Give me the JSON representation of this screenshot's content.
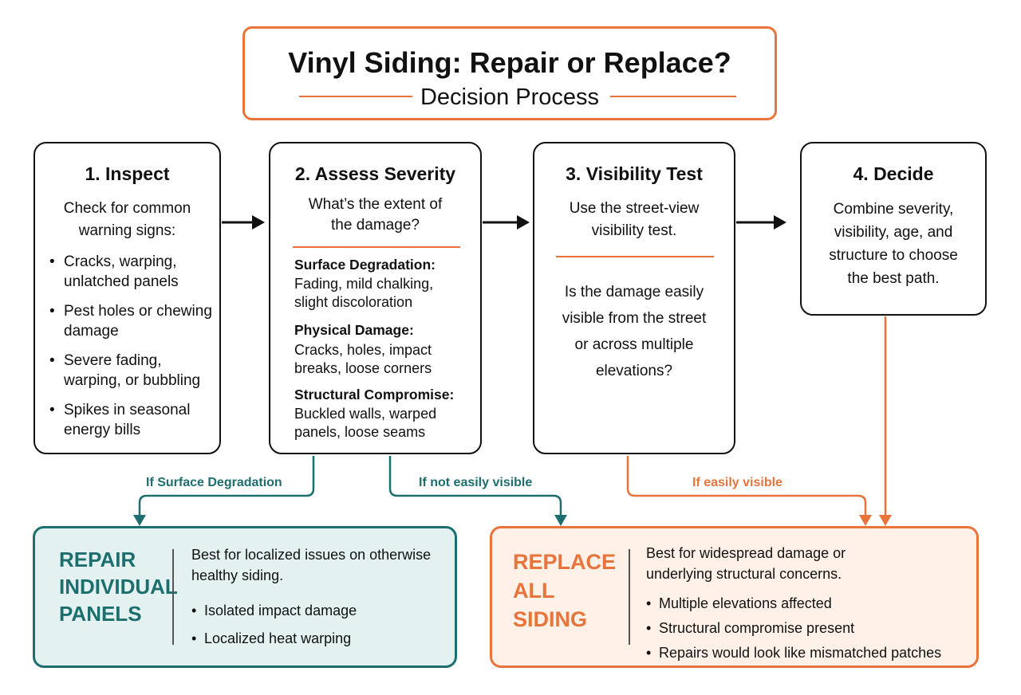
{
  "title": "Vinyl Siding: Repair or Replace?",
  "subtitle": "Decision Process",
  "steps": [
    {
      "title": "1. Inspect",
      "intro_line1": "Check for common",
      "intro_line2": "warning signs:",
      "bullets": [
        "Cracks, warping, unlatched panels",
        "Pest holes or chewing damage",
        "Severe fading, warping, or bubbling",
        "Spikes in seasonal energy bills"
      ]
    },
    {
      "title": "2. Assess Severity",
      "intro_line1": "What’s the extent of",
      "intro_line2": "the damage?",
      "sections": [
        {
          "label": "Surface Degradation:",
          "desc_line1": "Fading, mild chalking,",
          "desc_line2": "slight discoloration"
        },
        {
          "label": "Physical Damage:",
          "desc_line1": "Cracks, holes, impact",
          "desc_line2": "breaks, loose corners"
        },
        {
          "label": "Structural Compromise:",
          "desc_line1": "Buckled walls, warped",
          "desc_line2": "panels, loose seams"
        }
      ]
    },
    {
      "title": "3. Visibility Test",
      "intro_line1": "Use the street-view",
      "intro_line2": "visibility test.",
      "question_lines": [
        "Is the damage easily",
        "visible from the street",
        "or across multiple",
        "elevations?"
      ]
    },
    {
      "title": "4. Decide",
      "text_lines": [
        "Combine severity,",
        "visibility, age, and",
        "structure to choose",
        "the best path."
      ]
    }
  ],
  "connectors": {
    "surface": "If Surface Degradation",
    "not_visible": "If not easily visible",
    "visible": "If easily visible"
  },
  "outcomes": {
    "repair": {
      "heading_lines": [
        "REPAIR",
        "INDIVIDUAL",
        "PANELS"
      ],
      "desc_line1": "Best for localized issues on otherwise",
      "desc_line2": "healthy siding.",
      "bullets": [
        "Isolated impact damage",
        "Localized heat warping"
      ]
    },
    "replace": {
      "heading_lines": [
        "REPLACE",
        "ALL",
        "SIDING"
      ],
      "desc_line1": "Best for widespread damage or",
      "desc_line2": "underlying structural concerns.",
      "bullets": [
        "Multiple elevations affected",
        "Structural compromise present",
        "Repairs would look like mismatched patches"
      ]
    }
  },
  "colors": {
    "accent": "#E8743B",
    "teal": "#1D6E6E",
    "repair_fill": "#E3F1F1",
    "replace_fill": "#FFF1E8"
  }
}
